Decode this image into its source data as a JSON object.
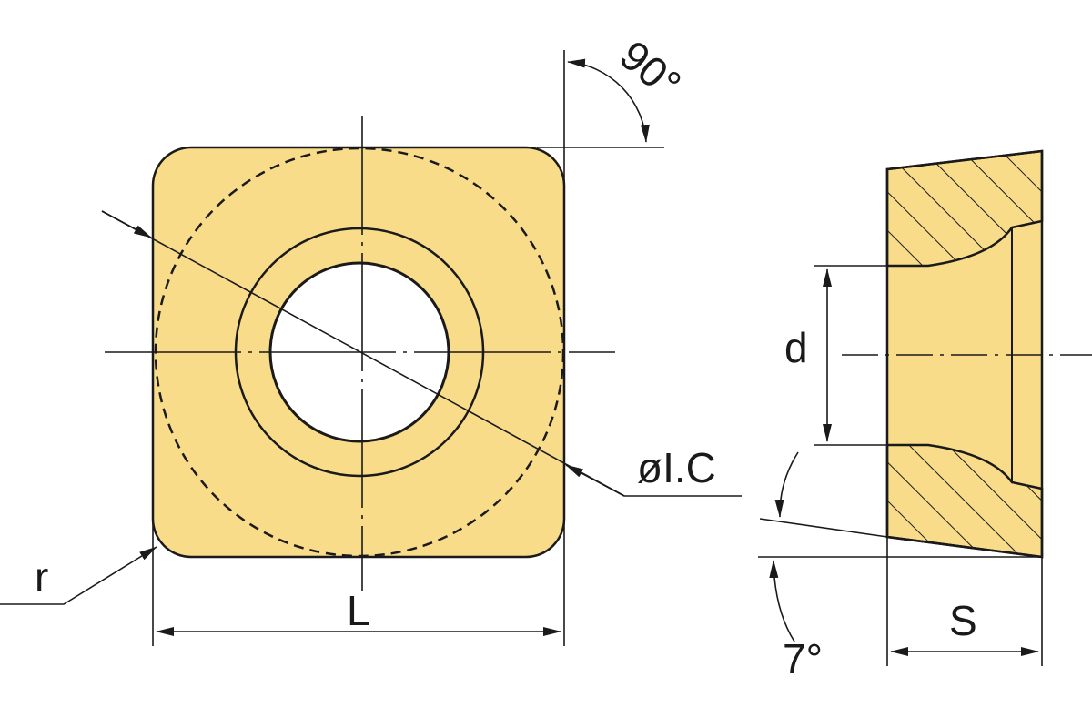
{
  "colors": {
    "insert_fill": "#f8dc8a",
    "line": "#1a1a1a",
    "background": "#ffffff"
  },
  "labels": {
    "angle_clearance_top": "90°",
    "inscribed_circle": "øI.C",
    "corner_radius": "r",
    "edge_length": "L",
    "hole_diameter": "d",
    "thickness": "S",
    "clearance_angle": "7°"
  }
}
